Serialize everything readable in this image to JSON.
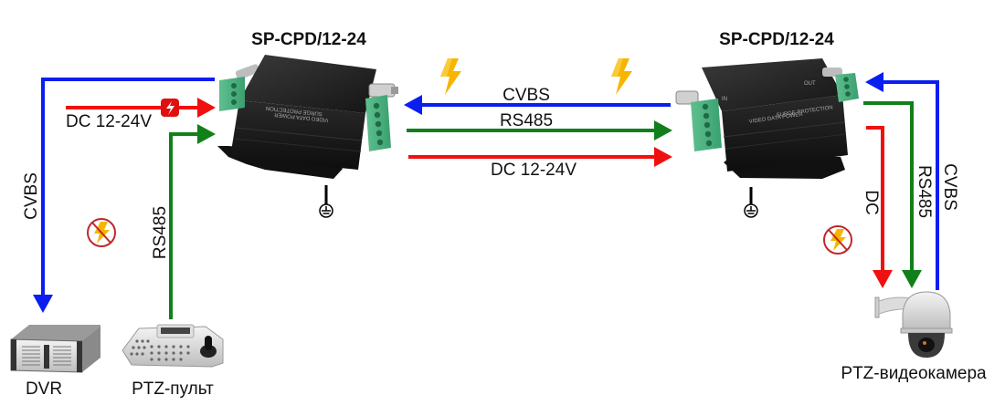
{
  "diagram": {
    "devices": {
      "protector_left": {
        "label": "SP-CPD/12-24",
        "front_text_1": "VIDEO DATA POWER",
        "front_text_2": "SURGE PROTECTION"
      },
      "protector_right": {
        "label": "SP-CPD/12-24",
        "front_text_1": "VIDEO DATA POWER",
        "front_text_2": "SURGE PROTECTION",
        "port_in": "IN",
        "port_out": "OUT"
      },
      "dvr": {
        "label": "DVR"
      },
      "ptz_console": {
        "label": "PTZ-пульт"
      },
      "ptz_camera": {
        "label": "PTZ-видеокамера"
      }
    },
    "signals": {
      "left_cvbs": "CVBS",
      "left_dc": "DC 12-24V",
      "left_rs485": "RS485",
      "mid_cvbs": "CVBS",
      "mid_rs485": "RS485",
      "mid_dc": "DC 12-24V",
      "right_dc": "DC",
      "right_rs485": "RS485",
      "right_cvbs": "CVBS"
    },
    "colors": {
      "cvbs": "#0a1ef0",
      "rs485": "#11801a",
      "dc": "#f01010",
      "lightning": "#f7b500",
      "prohibit": "#c0282a"
    },
    "icons": [
      "lightning-icon",
      "no-lightning-icon",
      "ground-icon",
      "power-fuse-icon"
    ]
  }
}
